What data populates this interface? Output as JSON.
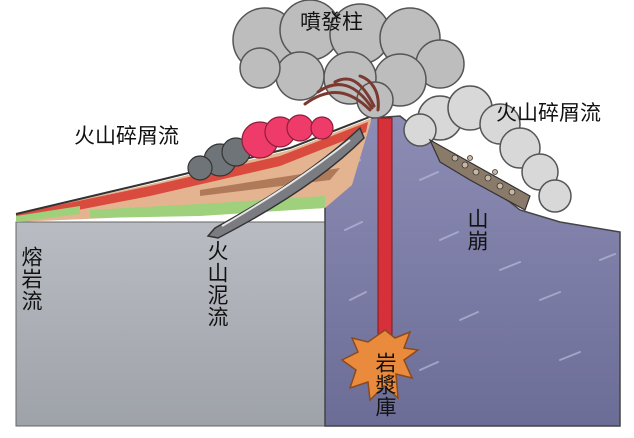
{
  "labels": {
    "eruption_column": "噴發柱",
    "pyroclastic_flow_left": "火山碎屑流",
    "pyroclastic_flow_right": "火山碎屑流",
    "lava_flow": "熔岩流",
    "lahar": "火山泥流",
    "landslide": "山崩",
    "magma_chamber": "岩漿庫"
  },
  "colors": {
    "cloud_fill": "#bdbdbd",
    "cloud_outline": "#555555",
    "left_ground": "#a9adb4",
    "right_ground": "#7d7ea6",
    "conduit": "#d6303a",
    "magma_chamber": "#e98a3c",
    "lava_red": "#d94b3e",
    "grass_green": "#9fd07b",
    "pyroclastic_pink": "#ef3b6a"
  }
}
